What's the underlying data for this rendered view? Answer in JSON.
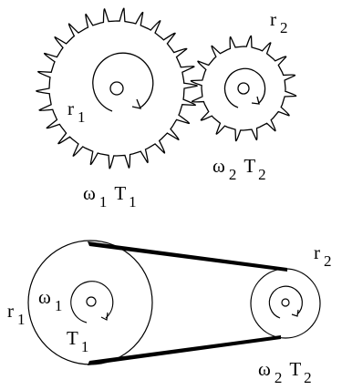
{
  "colors": {
    "stroke": "#000000",
    "belt": "#000000",
    "background": "#ffffff"
  },
  "gear_system": {
    "gear1": {
      "teeth": 26,
      "radius_label": {
        "symbol": "r",
        "sub": "1"
      },
      "speed_torque_label": {
        "w": "ω",
        "w_sub": "1",
        "t": "T",
        "t_sub": "1"
      }
    },
    "gear2": {
      "teeth": 16,
      "radius_label": {
        "symbol": "r",
        "sub": "2"
      },
      "speed_torque_label": {
        "w": "ω",
        "w_sub": "2",
        "t": "T",
        "t_sub": "2"
      }
    }
  },
  "belt_system": {
    "pulley1": {
      "radius_label": {
        "symbol": "r",
        "sub": "1"
      },
      "speed_label": {
        "symbol": "ω",
        "sub": "1"
      },
      "torque_label": {
        "symbol": "T",
        "sub": "1"
      }
    },
    "pulley2": {
      "radius_label": {
        "symbol": "r",
        "sub": "2"
      },
      "speed_torque_label": {
        "w": "ω",
        "w_sub": "2",
        "t": "T",
        "t_sub": "2"
      }
    }
  }
}
